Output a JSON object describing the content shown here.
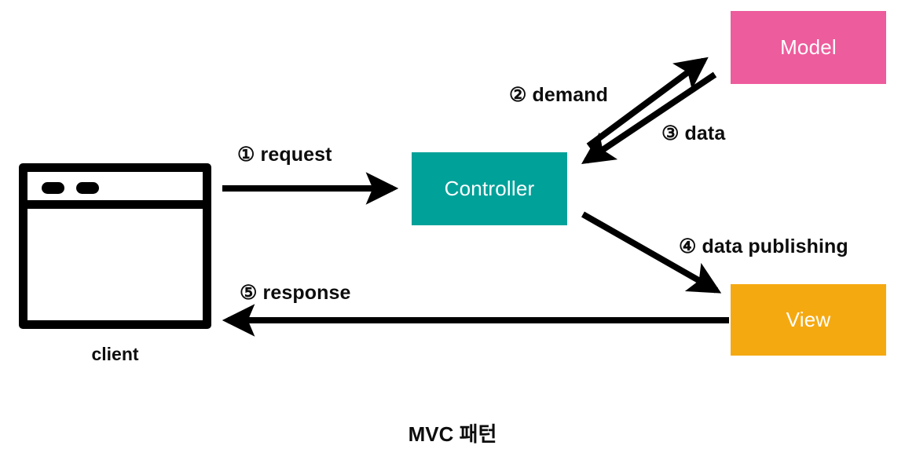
{
  "diagram": {
    "title": "MVC 패턴",
    "nodes": [
      {
        "id": "client",
        "label": "client",
        "shape": "browser-window",
        "color": "#000000"
      },
      {
        "id": "controller",
        "label": "Controller",
        "shape": "rectangle",
        "color": "#00A199"
      },
      {
        "id": "model",
        "label": "Model",
        "shape": "rectangle",
        "color": "#ED5C9C"
      },
      {
        "id": "view",
        "label": "View",
        "shape": "rectangle",
        "color": "#F5A911"
      }
    ],
    "edges": [
      {
        "step": "①",
        "label": "① request",
        "from": "client",
        "to": "controller",
        "direction": "right"
      },
      {
        "step": "②",
        "label": "② demand",
        "from": "controller",
        "to": "model",
        "direction": "up-right"
      },
      {
        "step": "③",
        "label": "③ data",
        "from": "model",
        "to": "controller",
        "direction": "down-left"
      },
      {
        "step": "④",
        "label": "④ data publishing",
        "from": "controller",
        "to": "view",
        "direction": "down-right"
      },
      {
        "step": "⑤",
        "label": "⑤ response",
        "from": "view",
        "to": "client",
        "direction": "left"
      }
    ],
    "colors": {
      "model": "#ED5C9C",
      "controller": "#00A199",
      "view": "#F5A911",
      "arrow": "#000000",
      "text_on_fill": "#FFFFFF",
      "text_dark": "#0D0D0D",
      "background": "#FFFFFF"
    }
  }
}
